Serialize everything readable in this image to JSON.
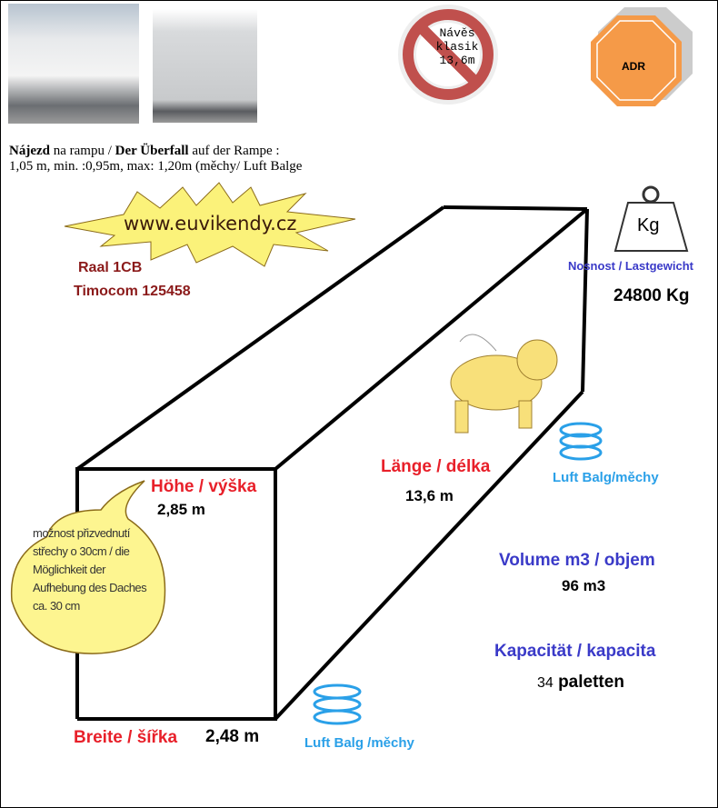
{
  "header": {
    "ramp_line1_bold1": "Nájezd",
    "ramp_line1_text1": " na rampu / ",
    "ramp_line1_bold2": "Der Überfall",
    "ramp_line1_text2": " auf der Rampe :",
    "ramp_line2": "1,05 m,  min. :0,95m,   max: 1,20m  (měchy/ Luft Balge"
  },
  "no_sign": {
    "line1": "Návěs",
    "line2": "klasik",
    "line3": "13,6m"
  },
  "adr_sign": {
    "label": "ADR"
  },
  "banner": {
    "url": "www.euvikendy.cz"
  },
  "contacts": {
    "raal": "Raal  1CB",
    "timocom": "Timocom 125458"
  },
  "weight": {
    "icon_label": "Kg",
    "label": "Nosnost / Lastgewicht",
    "value": "24800 Kg"
  },
  "dimensions": {
    "height_label": "Höhe / výška",
    "height_value": "2,85 m",
    "length_label": "Länge / délka",
    "length_value": "13,6 m",
    "width_label": "Breite / šířka",
    "width_value": "2,48 m"
  },
  "suspension": {
    "label_right": "Luft Balg/měchy",
    "label_bottom": "Luft Balg /měchy"
  },
  "volume": {
    "label": "Volume m3 / objem",
    "value": "96 m3"
  },
  "capacity": {
    "label": "Kapacität / kapacita",
    "value_num": "34",
    "value_unit": " paletten"
  },
  "bubble": {
    "lines": [
      "možnost přizvednutí",
      "střechy o 30cm / die",
      "Möglichkeit der",
      "Aufhebung des Daches",
      "ca. 30 cm"
    ]
  },
  "colors": {
    "red": "#e8202a",
    "blue": "#3a3ac8",
    "cyan": "#2aa0e8",
    "orange": "#f59a48",
    "nosign": "#c0504d"
  }
}
